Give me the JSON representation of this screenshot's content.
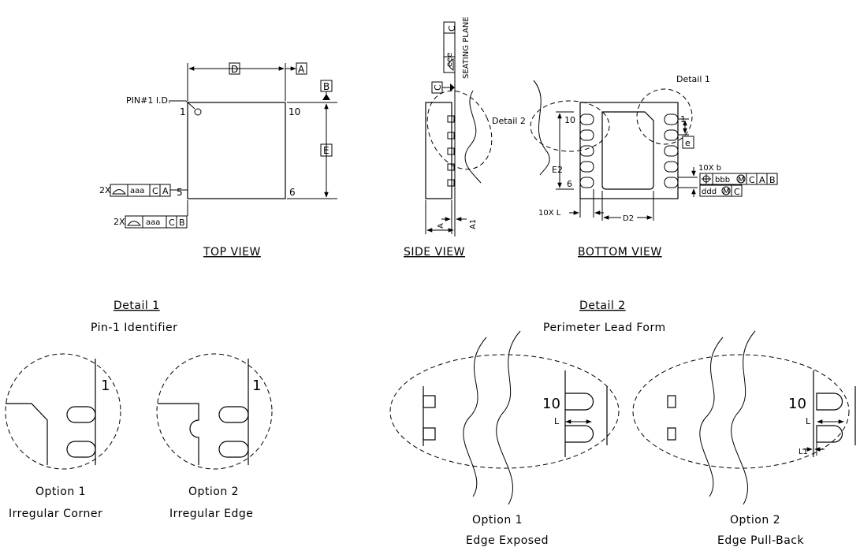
{
  "top_view": {
    "caption": "TOP VIEW",
    "pin1_label": "PIN#1 I.D.",
    "pin_1": "1",
    "pin_10": "10",
    "pin_5": "5",
    "pin_6": "6",
    "dim_d": "D",
    "dim_e": "E",
    "datum_a": "A",
    "datum_b": "B",
    "fcf1": {
      "prefix": "2X",
      "tol": "aaa",
      "ref1": "C",
      "ref2": "A"
    },
    "fcf2": {
      "prefix": "2X",
      "tol": "aaa",
      "ref1": "C",
      "ref2": "B"
    }
  },
  "side_view": {
    "caption": "SIDE VIEW",
    "seating_plane": "SEATING PLANE",
    "datum_c": "C",
    "fcf": {
      "tol": "eee",
      "ref": "C"
    },
    "dim_a": "A",
    "dim_a1": "A1"
  },
  "bottom_view": {
    "caption": "BOTTOM VIEW",
    "detail1_ref": "Detail 1",
    "detail2_ref": "Detail 2",
    "pin_10": "10",
    "pin_1": "1",
    "pin_6": "6",
    "dim_e2": "E2",
    "dim_l": "10X L",
    "dim_d2": "D2",
    "dim_e": "e",
    "dim_b": "10X b",
    "fcf1": {
      "tol": "bbb",
      "mod": "M",
      "ref1": "C",
      "ref2": "A",
      "ref3": "B"
    },
    "fcf2": {
      "tol": "ddd",
      "mod": "M",
      "ref1": "C"
    }
  },
  "detail1": {
    "title": "Detail 1",
    "subtitle": "Pin-1 Identifier",
    "option1": {
      "label": "Option 1",
      "desc": "Irregular Corner",
      "pin": "1"
    },
    "option2": {
      "label": "Option 2",
      "desc": "Irregular Edge",
      "pin": "1"
    }
  },
  "detail2": {
    "title": "Detail 2",
    "subtitle": "Perimeter Lead Form",
    "option1": {
      "label": "Option 1",
      "desc": "Edge Exposed",
      "pin": "10",
      "dim_l": "L"
    },
    "option2": {
      "label": "Option 2",
      "desc": "Edge Pull-Back",
      "pin": "10",
      "dim_l": "L",
      "dim_l1": "L1"
    }
  }
}
